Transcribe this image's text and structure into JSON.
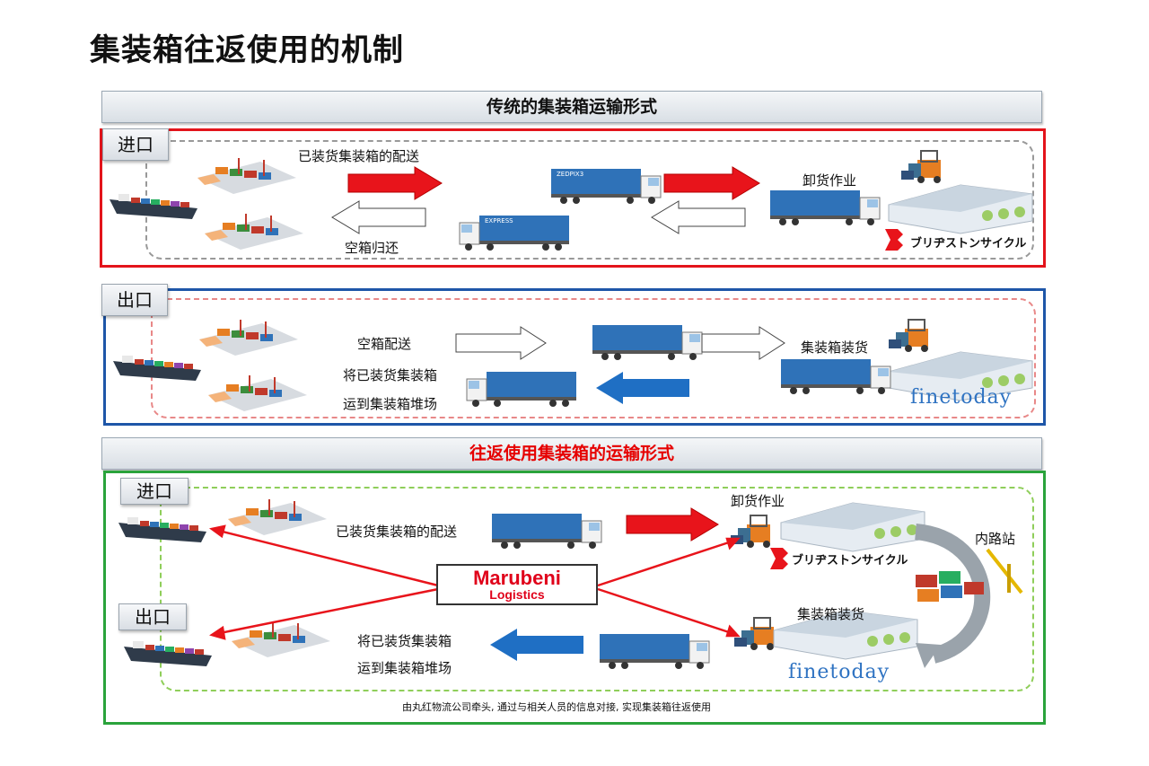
{
  "title": "集装箱往返使用的机制",
  "traditional": {
    "band_title": "传统的集装箱运输形式",
    "import": {
      "tab": "进口",
      "delivery_label": "已装货集装箱的配送",
      "unload_label": "卸货作业",
      "return_label": "空箱归还",
      "partner": "ブリヂストンサイクル"
    },
    "export": {
      "tab": "出口",
      "empty_label": "空箱配送",
      "load_label": "集装箱装货",
      "transport_label_1": "将已装货集装箱",
      "transport_label_2": "运到集装箱堆场",
      "partner": "finetoday"
    }
  },
  "roundtrip": {
    "band_title": "往返使用集装箱的运输形式",
    "import_tab": "进口",
    "export_tab": "出口",
    "delivery_label": "已装货集装箱的配送",
    "unload_label": "卸货作业",
    "inland_label": "内路站",
    "load_label": "集装箱装货",
    "transport_label_1": "将已装货集装箱",
    "transport_label_2": "运到集装箱堆场",
    "partner_1": "ブリヂストンサイクル",
    "partner_2": "finetoday",
    "center_logo_1": "Marubeni",
    "center_logo_2": "Logistics",
    "footnote": "由丸红物流公司牵头, 通过与相关人员的信息对接, 实现集装箱往返使用"
  },
  "truck_text": {
    "express": "EXPRESS",
    "brand": "ZEDPIX3"
  },
  "colors": {
    "import_border": "#e3141b",
    "export_border": "#1e56a8",
    "roundtrip_border": "#2aa33b",
    "red_arrow": "#e8141b",
    "blue_arrow": "#1f6fc4",
    "container_blue": "#2f72b8"
  }
}
